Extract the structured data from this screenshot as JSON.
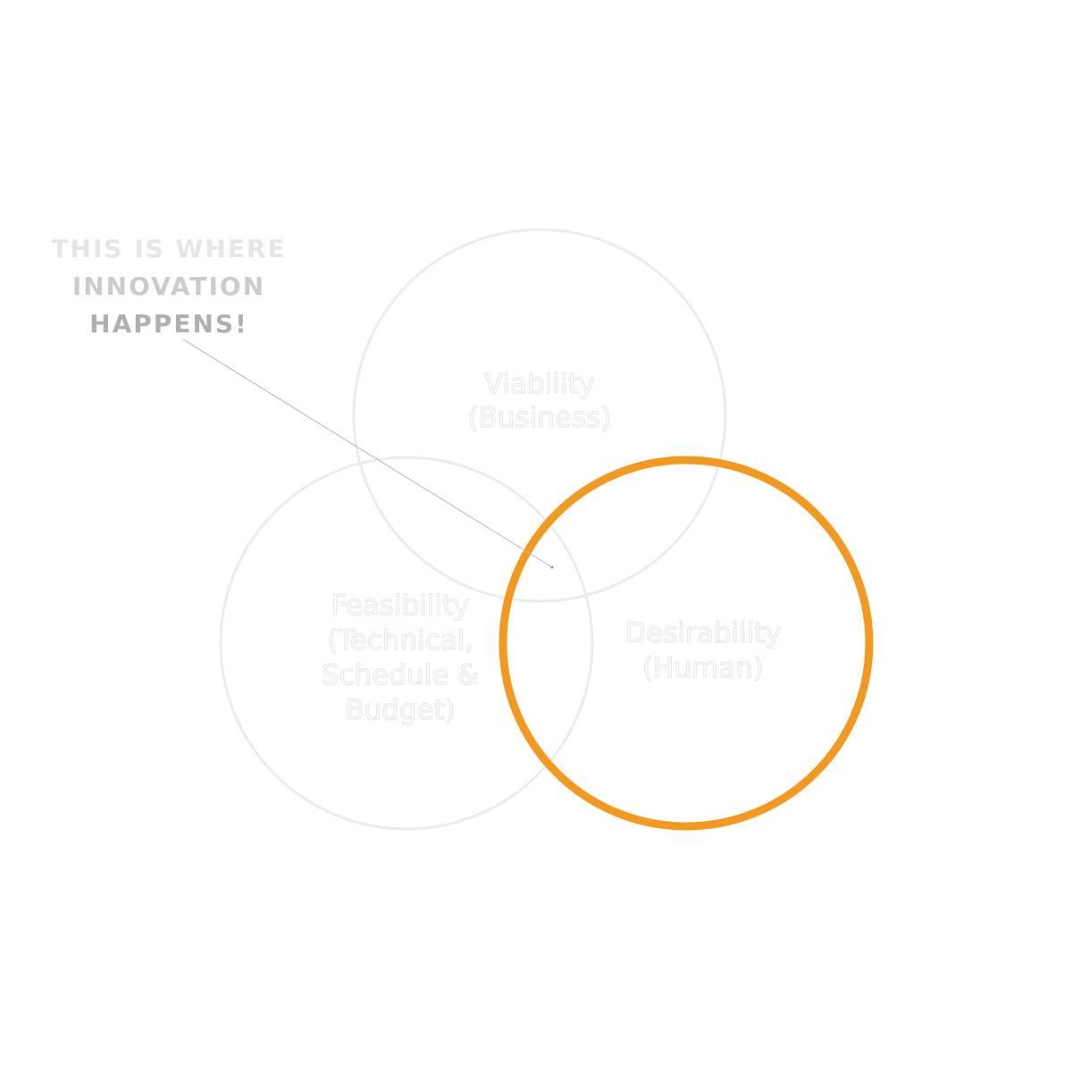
{
  "callout": {
    "lines": [
      "THIS IS WHERE",
      "INNOVATION",
      "HAPPENS!"
    ]
  },
  "circles": {
    "viability": {
      "lines": [
        "Viability",
        "(Business)"
      ]
    },
    "feasibility": {
      "lines": [
        "Feasibility",
        "(Technical,",
        "Schedule &",
        "Budget)"
      ]
    },
    "desirability": {
      "lines": [
        "Desirability",
        "(Human)"
      ],
      "highlighted": true
    }
  },
  "colors": {
    "highlight": "#f39a1e",
    "faint": "#ececec",
    "pointer": "#b5b5b5"
  }
}
